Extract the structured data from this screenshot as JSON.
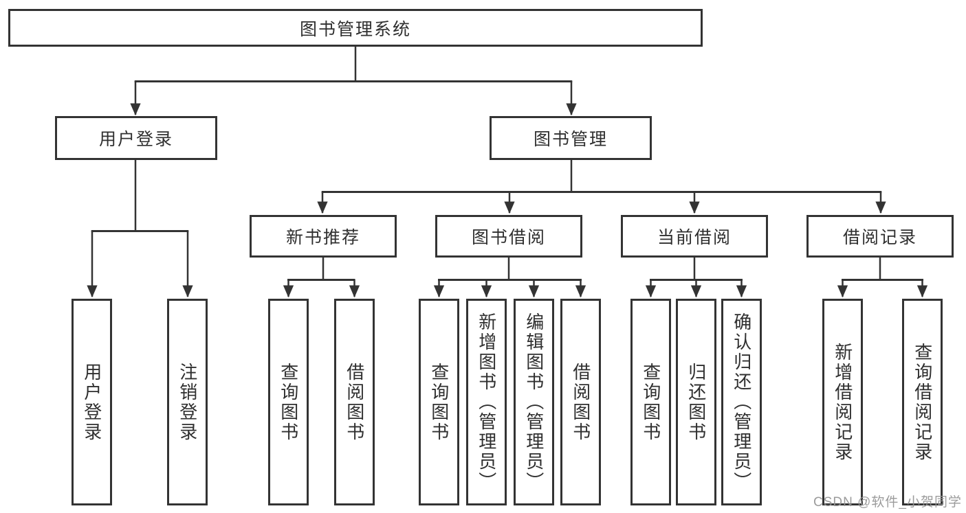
{
  "colors": {
    "line": "#333333",
    "box_border": "#333333",
    "text": "#2f2f2f",
    "background": "#ffffff",
    "watermark": "#969696"
  },
  "watermark": "CSDN @软件_小贺同学",
  "tree": {
    "root": {
      "label": "图书管理系统"
    },
    "branches": [
      {
        "label": "用户登录",
        "leaves": [
          "用户登录",
          "注销登录"
        ]
      },
      {
        "label": "图书管理",
        "groups": [
          {
            "label": "新书推荐",
            "leaves": [
              "查询图书",
              "借阅图书"
            ]
          },
          {
            "label": "图书借阅",
            "leaves": [
              "查询图书",
              "新增图书（管理员）",
              "编辑图书（管理员）",
              "借阅图书"
            ]
          },
          {
            "label": "当前借阅",
            "leaves": [
              "查询图书",
              "归还图书",
              "确认归还（管理员）"
            ]
          },
          {
            "label": "借阅记录",
            "leaves": [
              "新增借阅记录",
              "查询借阅记录"
            ]
          }
        ]
      }
    ]
  }
}
